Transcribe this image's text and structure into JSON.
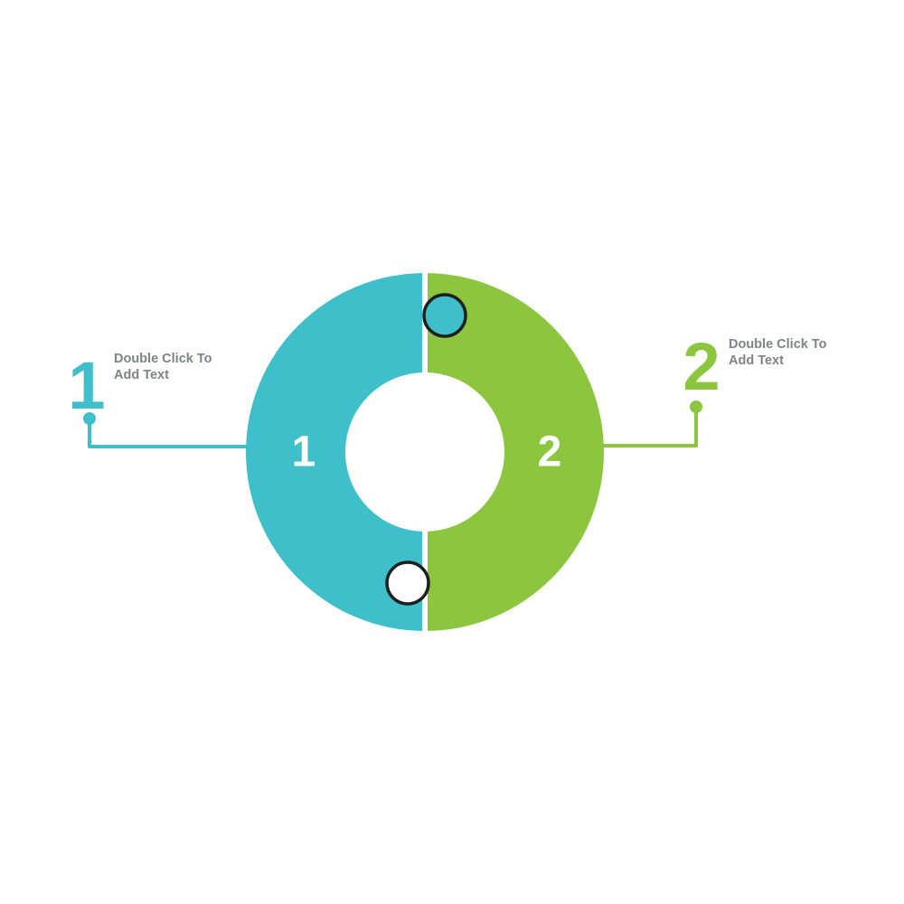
{
  "canvas": {
    "background": "#ffffff"
  },
  "colors": {
    "teal": "#3FBFC9",
    "green": "#8CC63F",
    "outline": "#1f1f1f",
    "label_gray": "#808285",
    "ring_number_text": "#ffffff",
    "notch_fill": "#ffffff"
  },
  "segments": [
    {
      "id": "1",
      "ring_number": "1",
      "callout_number": "1",
      "callout_line1": "Double Click To",
      "callout_line2": "Add Text"
    },
    {
      "id": "2",
      "ring_number": "2",
      "callout_number": "2",
      "callout_line1": "Double Click To",
      "callout_line2": "Add Text"
    }
  ]
}
